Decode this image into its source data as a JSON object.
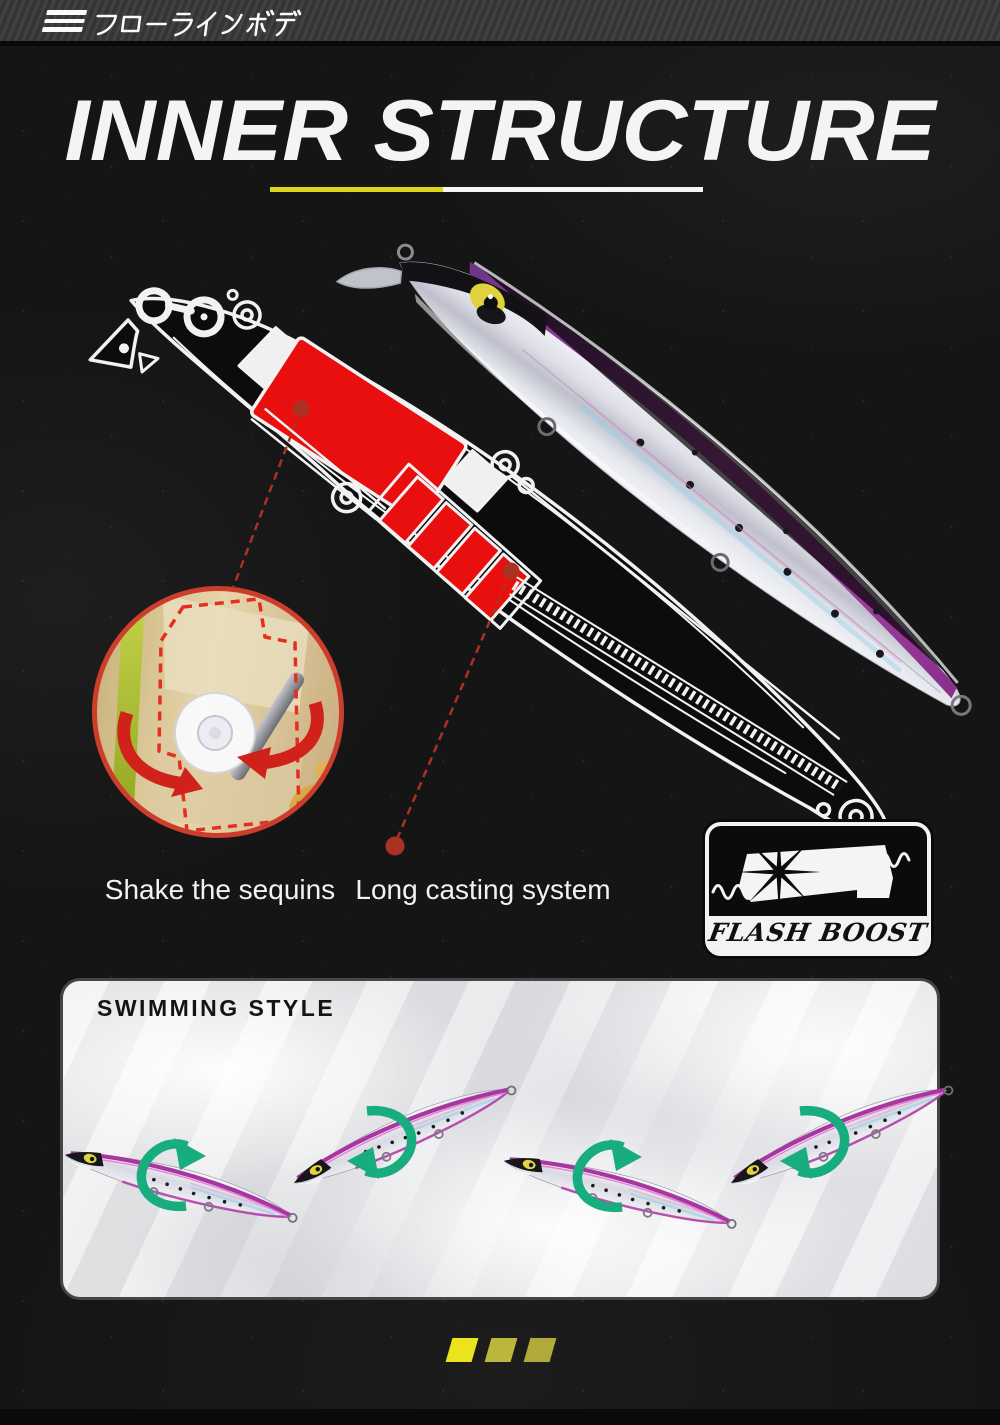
{
  "header": {
    "brand": "フローラインボデ",
    "menu_icon": "hamburger-icon"
  },
  "hero": {
    "title": "INNER STRUCTURE",
    "underline_colors": [
      "#ddd51c",
      "#f5f5f5"
    ]
  },
  "diagram": {
    "labels": {
      "shake": "Shake the sequins",
      "casting": "Long casting system"
    },
    "badge": "FLASH BOOST",
    "highlight_color": "#e90f0f",
    "callout_color": "#a93224",
    "inset_icon": "rotation-arrows-icon"
  },
  "swimming_panel": {
    "title": "SWIMMING STYLE",
    "lure_count": 4,
    "lure_tilts": [
      "down",
      "up",
      "down",
      "up"
    ],
    "arrow_icon": "rotation-arrow-icon",
    "arrow_color": "#17ad7e"
  },
  "pagination": {
    "dot_colors": [
      "#ece31f",
      "#bcb63d",
      "#b0aa38"
    ]
  },
  "colors": {
    "background": "#151515",
    "band": "#3d3d3d",
    "panel": "#ececec",
    "lure_purple": "#a836a0",
    "text": "#f5f5f5"
  }
}
